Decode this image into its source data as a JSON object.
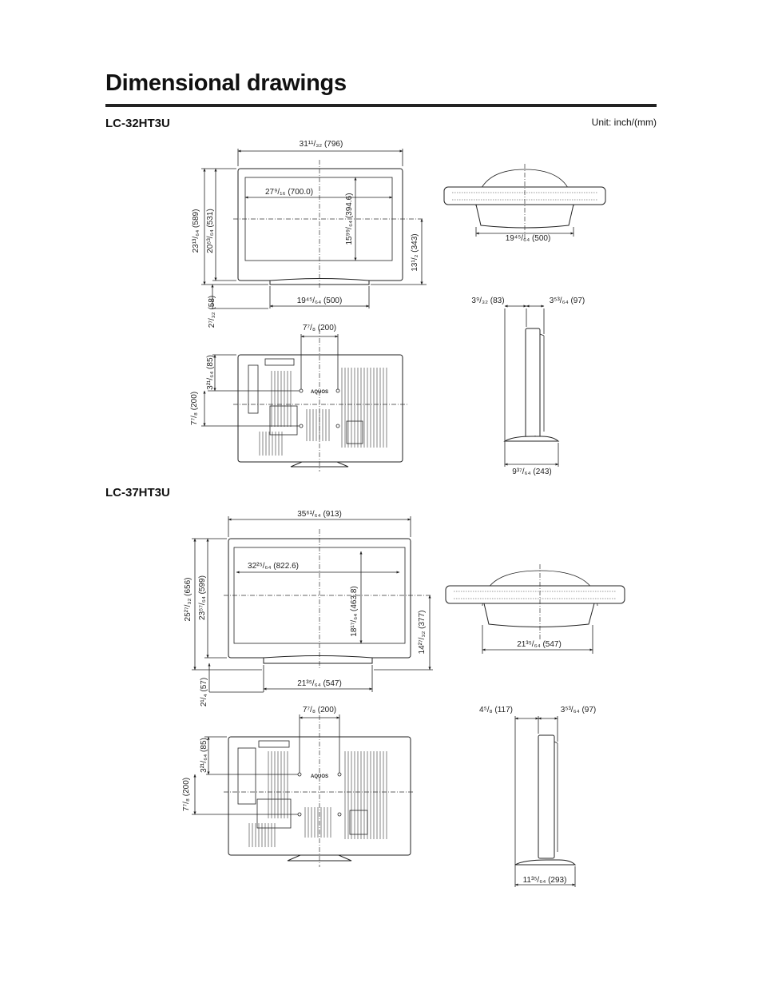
{
  "page": {
    "title": "Dimensional drawings",
    "unit_note": "Unit: inch/(mm)"
  },
  "models": [
    {
      "name": "LC-32HT3U",
      "dims": {
        "width": "31¹¹/₃₂ (796)",
        "screen_width": "27⁹/₁₆ (700.0)",
        "screen_height": "15⁹⁹/₆₄ (394.6)",
        "total_height": "23¹³/₆₄ (589)",
        "panel_height": "20⁵³/₆₄ (531)",
        "center_height": "13¹/₂ (343)",
        "stand_width": "19⁴⁵/₆₄ (500)",
        "stand_clearance": "2⁷/₃₂ (58)",
        "vesa_width": "7⁷/₈ (200)",
        "vesa_top": "3²¹/₆₄ (85)",
        "vesa_height": "7⁷/₈ (200)",
        "top_stand_width": "19⁴⁵/₆₄ (500)",
        "side_depth_a": "3⁹/₃₂ (83)",
        "side_depth_b": "3⁵³/₆₄ (97)",
        "stand_depth": "9³⁷/₆₄ (243)"
      },
      "brand_text": "AQUOS"
    },
    {
      "name": "LC-37HT3U",
      "dims": {
        "width": "35⁶¹/₆₄ (913)",
        "screen_width": "32²⁵/₆₄ (822.6)",
        "screen_height": "18¹⁷/₆₄ (463.8)",
        "total_height": "25²⁷/₃₂ (656)",
        "panel_height": "23⁵⁷/₆₄ (599)",
        "center_height": "14²⁷/₃₂ (377)",
        "stand_width": "21³⁵/₆₄ (547)",
        "stand_clearance": "2¹/₄ (57)",
        "vesa_width": "7⁷/₈ (200)",
        "vesa_top": "3²¹/₆₄ (85)",
        "vesa_height": "7⁷/₈ (200)",
        "top_stand_width": "21³⁵/₆₄ (547)",
        "side_depth_a": "4⁵/₈ (117)",
        "side_depth_b": "3⁵³/₆₄ (97)",
        "stand_depth": "11³⁵/₆₄ (293)"
      },
      "brand_text": "AQUOS"
    }
  ]
}
